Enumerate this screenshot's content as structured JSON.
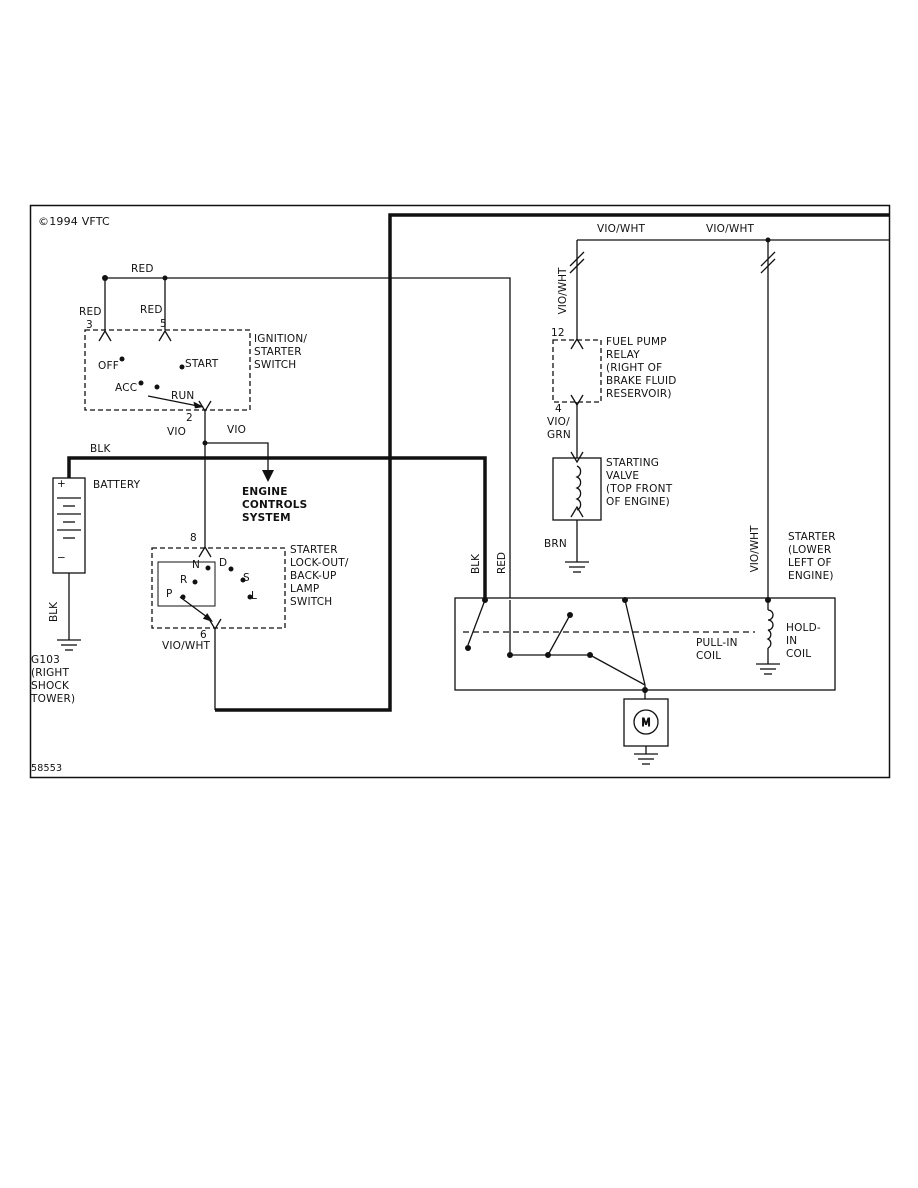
{
  "page": {
    "copyright": "©1994 VFTC",
    "doc_number": "58553"
  },
  "colors": {
    "ink": "#111111",
    "paper": "#ffffff"
  },
  "wires": {
    "red_top": "RED",
    "red_t3": "RED",
    "red_t5": "RED",
    "vio_left": "VIO",
    "vio_right": "VIO",
    "blk_main": "BLK",
    "blk_ground": "BLK",
    "viowht_gear": "VIO/WHT",
    "viowht_top_left": "VIO/WHT",
    "viowht_top_right": "VIO/WHT",
    "viowht_relay": "VIO/WHT",
    "viowht_starter": "VIO/WHT",
    "vio_grn": "VIO/\nGRN",
    "brn": "BRN",
    "blk_starter": "BLK",
    "red_starter": "RED"
  },
  "components": {
    "ignition_switch": {
      "label": "IGNITION/\nSTARTER\nSWITCH",
      "off": "OFF",
      "acc": "ACC",
      "run": "RUN",
      "start": "START",
      "t3": "3",
      "t5": "5",
      "t2": "2"
    },
    "lockout_switch": {
      "label": "STARTER\nLOCK-OUT/\nBACK-UP\nLAMP\nSWITCH",
      "p": "P",
      "r": "R",
      "n": "N",
      "d": "D",
      "s": "S",
      "l": "L",
      "t8": "8",
      "t6": "6"
    },
    "battery": {
      "label": "BATTERY",
      "plus": "+",
      "minus": "−"
    },
    "ground_g103": {
      "label": "G103\n(RIGHT\nSHOCK\nTOWER)"
    },
    "engine_controls": {
      "label": "ENGINE\nCONTROLS\nSYSTEM"
    },
    "fuel_pump_relay": {
      "label": "FUEL PUMP\nRELAY\n(RIGHT OF\nBRAKE FLUID\nRESERVOIR)",
      "t12": "12",
      "t4": "4"
    },
    "starting_valve": {
      "label": "STARTING\nVALVE\n(TOP FRONT\nOF ENGINE)"
    },
    "starter": {
      "label": "STARTER\n(LOWER\nLEFT OF\nENGINE)",
      "pull_in": "PULL-IN\nCOIL",
      "hold_in": "HOLD-\nIN\nCOIL",
      "motor": "M"
    }
  }
}
